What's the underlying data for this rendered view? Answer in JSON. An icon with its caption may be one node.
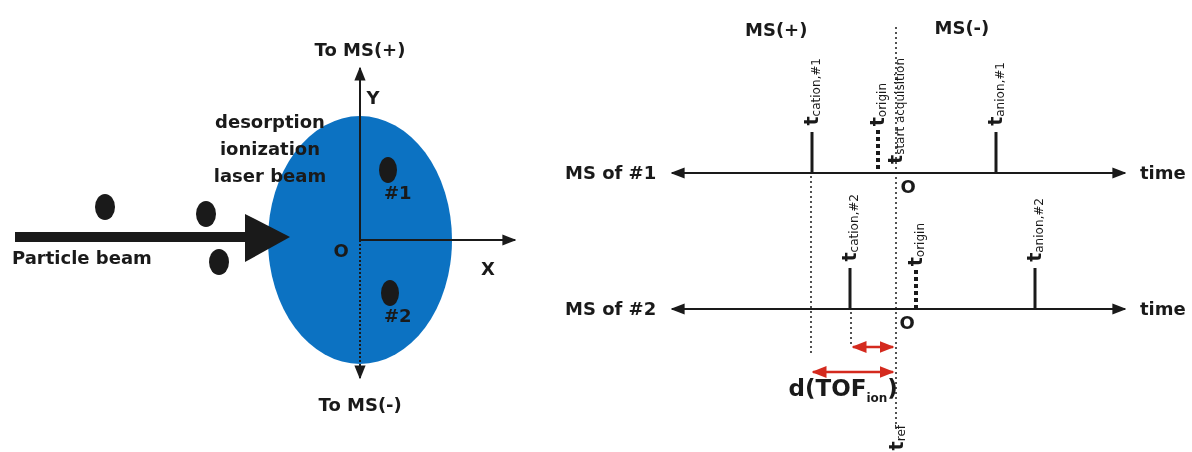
{
  "diagram": {
    "labels": [
      "To MS(+)",
      "Y",
      "desorption ionization laser beam",
      "#1",
      "Particle beam",
      "O",
      "X",
      "#2",
      "To MS(-)",
      "MS(+)",
      "MS(-)",
      "t$_{cation,#1}$",
      "t$_{origin}$",
      "t$_{start acquisition}$",
      "t$_{anion,#1}$",
      "MS of #1",
      "time",
      "O",
      "t$_{cation,#2}$",
      "t$_{origin}$",
      "t$_{anion,#2}$",
      "MS of #2",
      "time",
      "O",
      "d(TOF$_{ion}$)",
      "t$_{ref}$"
    ]
  }
}
